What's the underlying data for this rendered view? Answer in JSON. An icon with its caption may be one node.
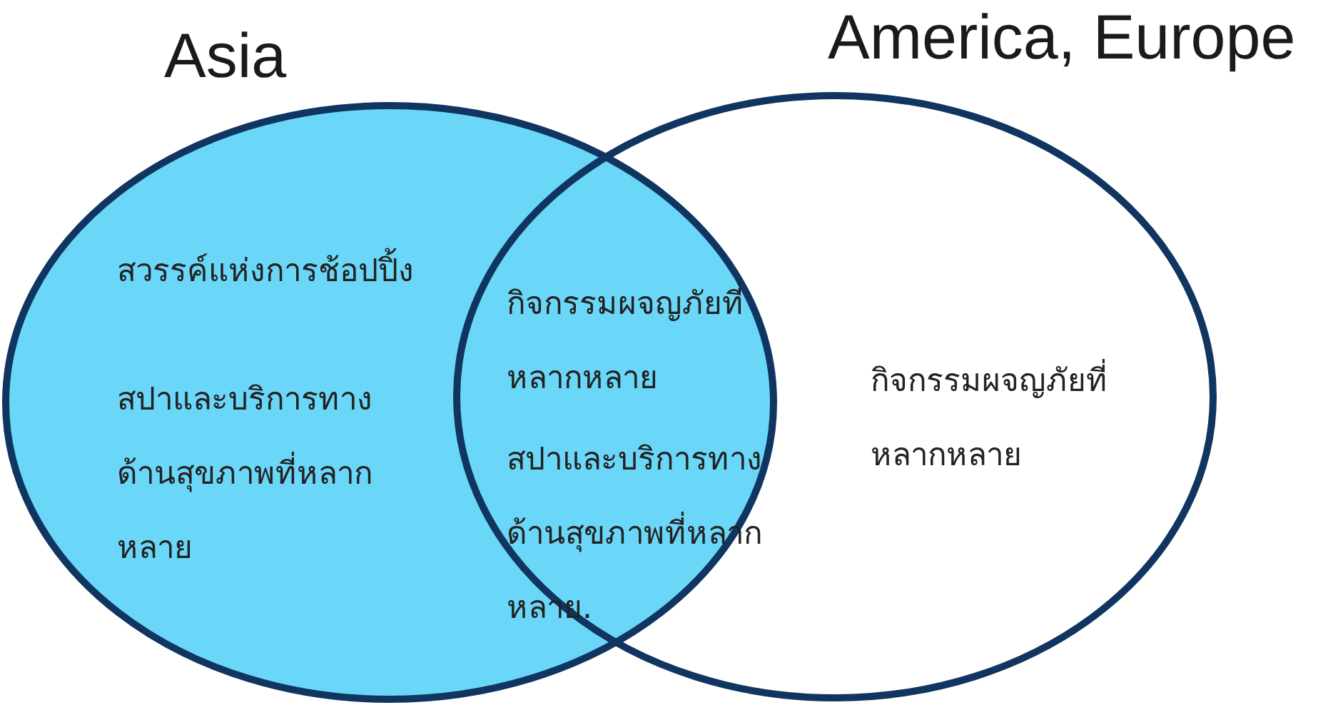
{
  "diagram": {
    "nodes": [
      {
        "text": [
          "Asia",
          "สวรรค์แห่งการช้อปปิ้ง",
          "สปาและบริการทางด้านสุขภาพที่หลากหลาย"
        ]
      },
      {
        "text": [
          "America, Europe",
          "กิจกรรมผจญภัยที่หลากหลาย"
        ]
      }
    ],
    "labels": [
      "กิจกรรมผจญภัยที่หลากหลาย",
      "สปาและบริการทางด้านสุขภาพที่หลากหลาย."
    ]
  }
}
